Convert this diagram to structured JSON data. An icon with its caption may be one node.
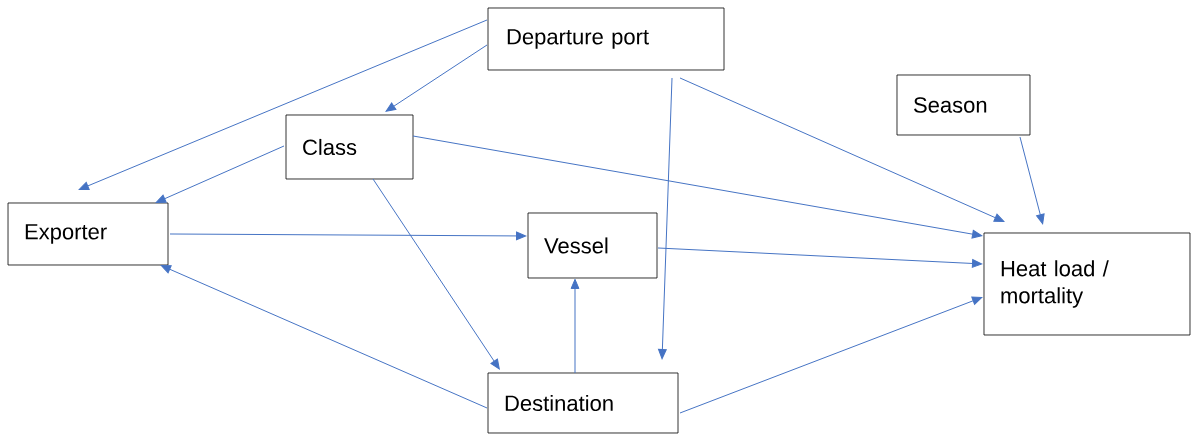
{
  "diagram": {
    "nodes": [
      {
        "text": [
          "Departure port"
        ]
      },
      {
        "text": [
          "Season"
        ]
      },
      {
        "text": [
          "Class"
        ]
      },
      {
        "text": [
          "Exporter"
        ]
      },
      {
        "text": [
          "Vessel"
        ]
      },
      {
        "text": [
          "Heat load / mortality"
        ]
      },
      {
        "text": [
          "Destination"
        ]
      }
    ],
    "edges": [
      {
        "from": 0,
        "to": 3,
        "arrow": "to"
      },
      {
        "from": 0,
        "to": 2,
        "arrow": "to"
      },
      {
        "from": 0,
        "to": 5,
        "arrow": "to"
      },
      {
        "from": 0,
        "to": 6,
        "arrow": "to"
      },
      {
        "from": 1,
        "to": 5,
        "arrow": "to"
      },
      {
        "from": 2,
        "to": 3,
        "arrow": "to"
      },
      {
        "from": 2,
        "to": 5,
        "arrow": "to"
      },
      {
        "from": 2,
        "to": 6,
        "arrow": "to"
      },
      {
        "from": 3,
        "to": 4,
        "arrow": "to"
      },
      {
        "from": 4,
        "to": 5,
        "arrow": "to"
      },
      {
        "from": 6,
        "to": 4,
        "arrow": "to"
      },
      {
        "from": 6,
        "to": 3,
        "arrow": "to"
      },
      {
        "from": 6,
        "to": 5,
        "arrow": "to"
      }
    ]
  }
}
